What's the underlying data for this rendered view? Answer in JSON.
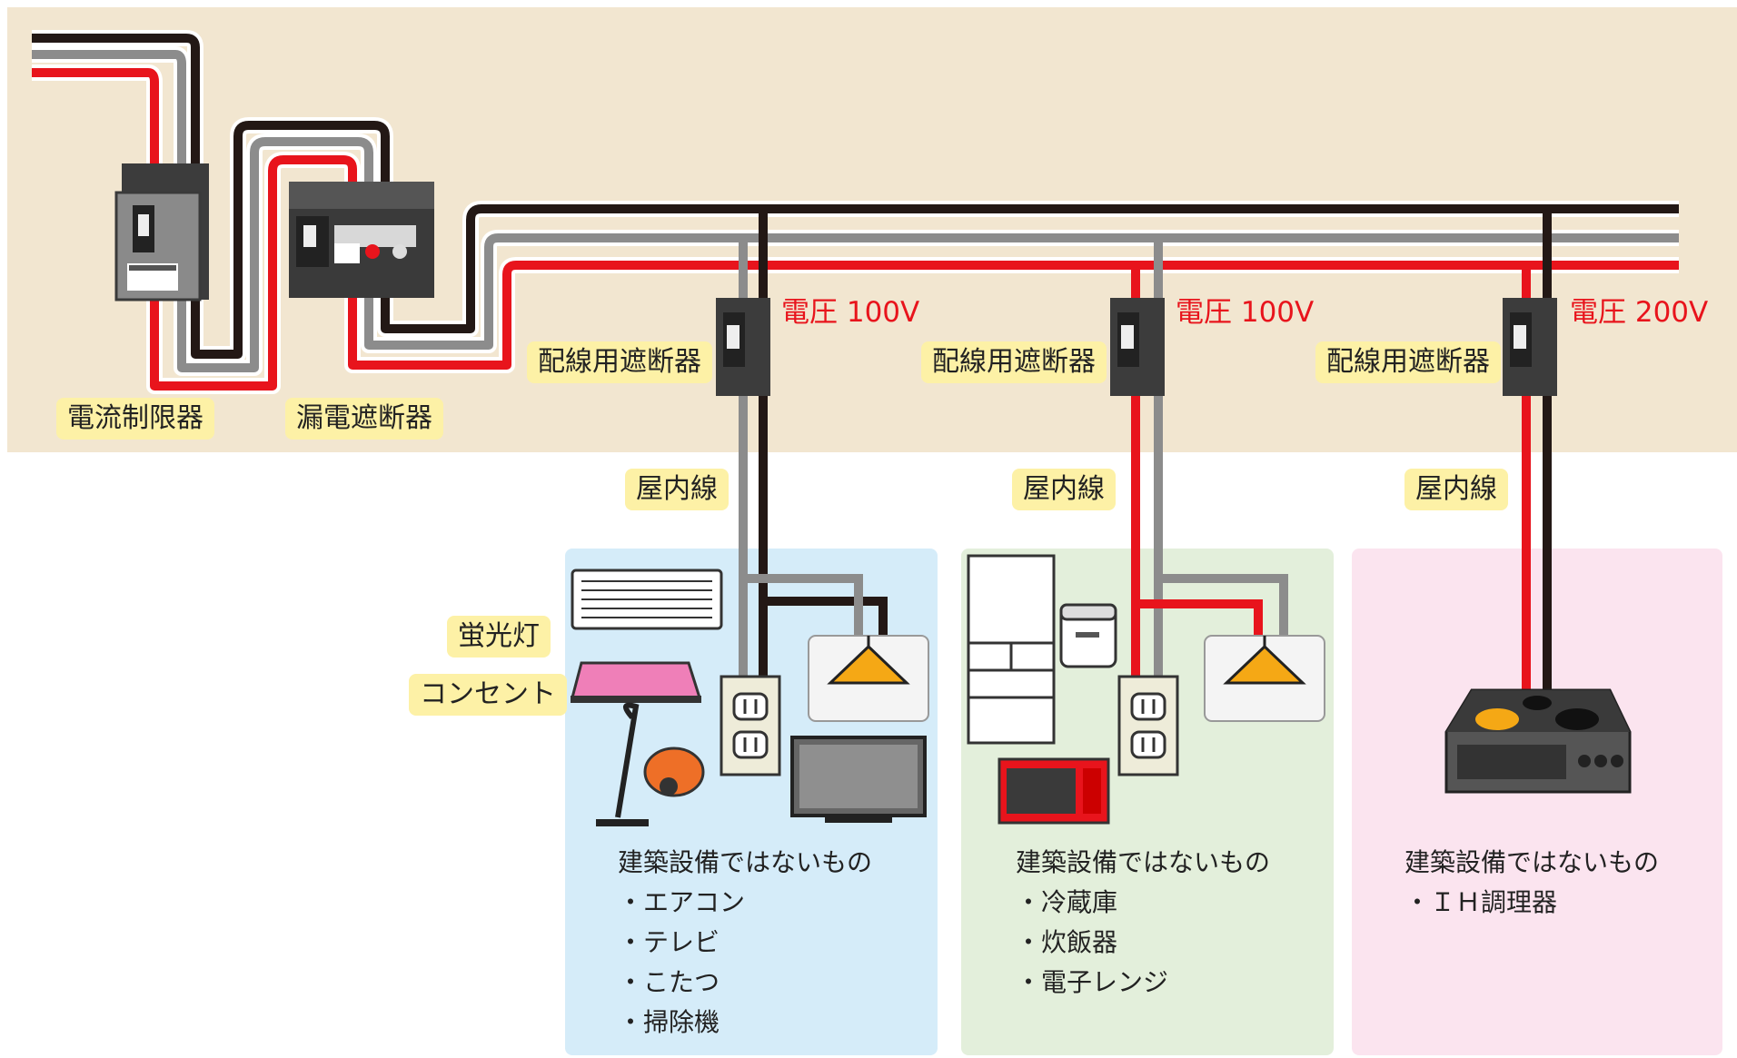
{
  "devices": {
    "current_limiter": "電流制限器",
    "earth_leakage_breaker": "漏電遮断器"
  },
  "circuits": [
    {
      "breaker_label": "配線用遮断器",
      "voltage": "電圧 100V",
      "wire_label": "屋内線"
    },
    {
      "breaker_label": "配線用遮断器",
      "voltage": "電圧 100V",
      "wire_label": "屋内線"
    },
    {
      "breaker_label": "配線用遮断器",
      "voltage": "電圧 200V",
      "wire_label": "屋内線"
    }
  ],
  "fixture_labels": {
    "fluorescent": "蛍光灯",
    "outlet": "コンセント"
  },
  "zones": [
    {
      "heading": "建築設備ではないもの",
      "items": [
        "エアコン",
        "テレビ",
        "こたつ",
        "掃除機"
      ]
    },
    {
      "heading": "建築設備ではないもの",
      "items": [
        "冷蔵庫",
        "炊飯器",
        "電子レンジ"
      ]
    },
    {
      "heading": "建築設備ではないもの",
      "items": [
        "ＩＨ調理器"
      ]
    }
  ],
  "colors": {
    "wall": "#f2e6d0",
    "wire_black": "#231815",
    "wire_gray": "#8c8c8c",
    "wire_red": "#e8141c",
    "label_bg": "#fdf1a6",
    "zone1": "#d5ecf9",
    "zone2": "#e3efdb",
    "zone3": "#fbe4ef"
  }
}
